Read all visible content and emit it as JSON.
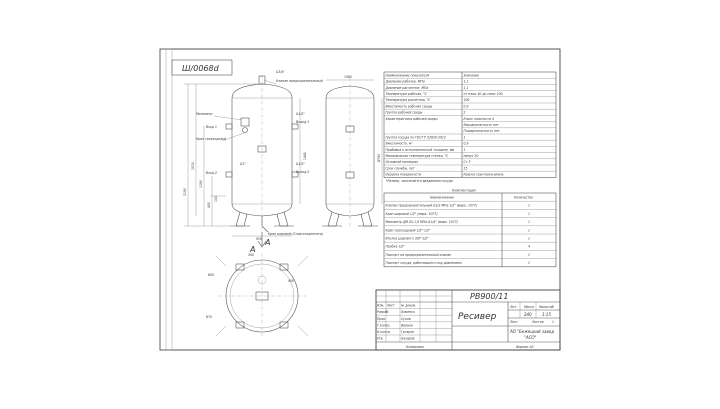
{
  "drawing": {
    "stamp_top": "Ш/0068d",
    "designation": "РВ900/11",
    "name": "Ресивер",
    "view_label": "А",
    "scale_header_lit": "Лит.",
    "scale_header_mass": "Масса",
    "scale_header_scale": "Масштаб",
    "mass": "240",
    "scale": "1:15",
    "sheet_label": "Лист",
    "sheets_label": "Листов",
    "sheets": "1",
    "org_line1": "АО \"Бежецкий завод",
    "org_line2": "\"АСО\"",
    "copied": "Копировал",
    "format": "Формат  А3"
  },
  "title_block_rows": [
    {
      "role": "Изм.",
      "sign": "Лист",
      "name": "№ докум."
    },
    {
      "role": "Разраб.",
      "sign": "",
      "name": "Хоменко"
    },
    {
      "role": "Пров.",
      "sign": "",
      "name": "Сухов"
    },
    {
      "role": "Т.контр.",
      "sign": "",
      "name": "Иванов"
    },
    {
      "role": "Н.контр.",
      "sign": "",
      "name": "Гусаров"
    },
    {
      "role": "Утв.",
      "sign": "",
      "name": "Назаров"
    }
  ],
  "spec_table": [
    {
      "label": "Наименование показателя",
      "value": "Значение"
    },
    {
      "label": "Давление рабочее, МПа",
      "value": "1,1"
    },
    {
      "label": "Давление расчетное, МПа",
      "value": "1,1"
    },
    {
      "label": "Температура рабочая, °C",
      "value": "от плюс 40 до плюс 100"
    },
    {
      "label": "Температура расчетная, °C",
      "value": "100"
    },
    {
      "label": "Вместимость рабочая среды",
      "value": "0,9"
    },
    {
      "label": "Группа рабочей среды",
      "value": "2"
    },
    {
      "label": "Характеристика рабочей среды",
      "value": "Класс опасности  4"
    },
    {
      "label": "",
      "value": "Взрывоопасность  нет"
    },
    {
      "label": "",
      "value": "Пожароопасность  нет"
    },
    {
      "label": "Группа сосуда по ГОСТ Р 52630-2012",
      "value": "1"
    },
    {
      "label": "Вместимость, м³",
      "value": "0,9"
    },
    {
      "label": "Прибавка к исполнительной толщине, мм",
      "value": "1"
    },
    {
      "label": "Минимальная температура стенки, °C",
      "value": "минус 20"
    },
    {
      "label": "Основной материал",
      "value": "Ст 3"
    },
    {
      "label": "Срок службы, лет",
      "value": "15"
    },
    {
      "label": "Окраска поверхности",
      "value": "Краска грунтовка-эмаль"
    }
  ],
  "note": "*Размер, заполняется введением сосуда",
  "parts": {
    "title": "Комплектация",
    "header_name": "Наименование",
    "header_qty": "Количество",
    "rows": [
      {
        "name": "Клапан предохранительный G1/2 МПа 1/2\" (марк. 1077)",
        "qty": "1"
      },
      {
        "name": "Кран шаровой 1/2\" (марк. 1077)",
        "qty": "1"
      },
      {
        "name": "Манометр ДМ 05-1,6 МПа G1/4\" (марк. 1077)",
        "qty": "1"
      },
      {
        "name": "Кран трехходовой 1/2\"-1/2\"",
        "qty": "1"
      },
      {
        "name": "Втулка шарового 3/8\"-1/2\"",
        "qty": "1"
      },
      {
        "name": "Пробка 1/2\"",
        "qty": "4"
      },
      {
        "name": "Паспорт на предохранительный клапан",
        "qty": "1"
      },
      {
        "name": "Паспорт сосуда, работающего под давлением",
        "qty": "1"
      }
    ]
  },
  "callouts": {
    "valve": "Клапан предохранительный",
    "manometer": "Манометр",
    "inlet1": "Вход 1",
    "inlet2": "Вход 2",
    "crane3": "Кран трехходовой",
    "outlet1": "Выход 1",
    "outlet2": "Выход 2",
    "drain": "Кран шаровой (Слив конденсата)",
    "g34": "G3/4\"",
    "g12a": "G1/2\"",
    "g12b": "G1/2\"",
    "g1": "G1\""
  },
  "dims": {
    "d790": "Ø790",
    "d1060": "1060",
    "d2020": "2020",
    "d2190": "2190",
    "d1440": "1440",
    "d100": "100",
    "d925": "925",
    "d300": "300",
    "d450": "450",
    "d1290": "1290",
    "d870": "870",
    "h450": "450",
    "h600": "600"
  }
}
